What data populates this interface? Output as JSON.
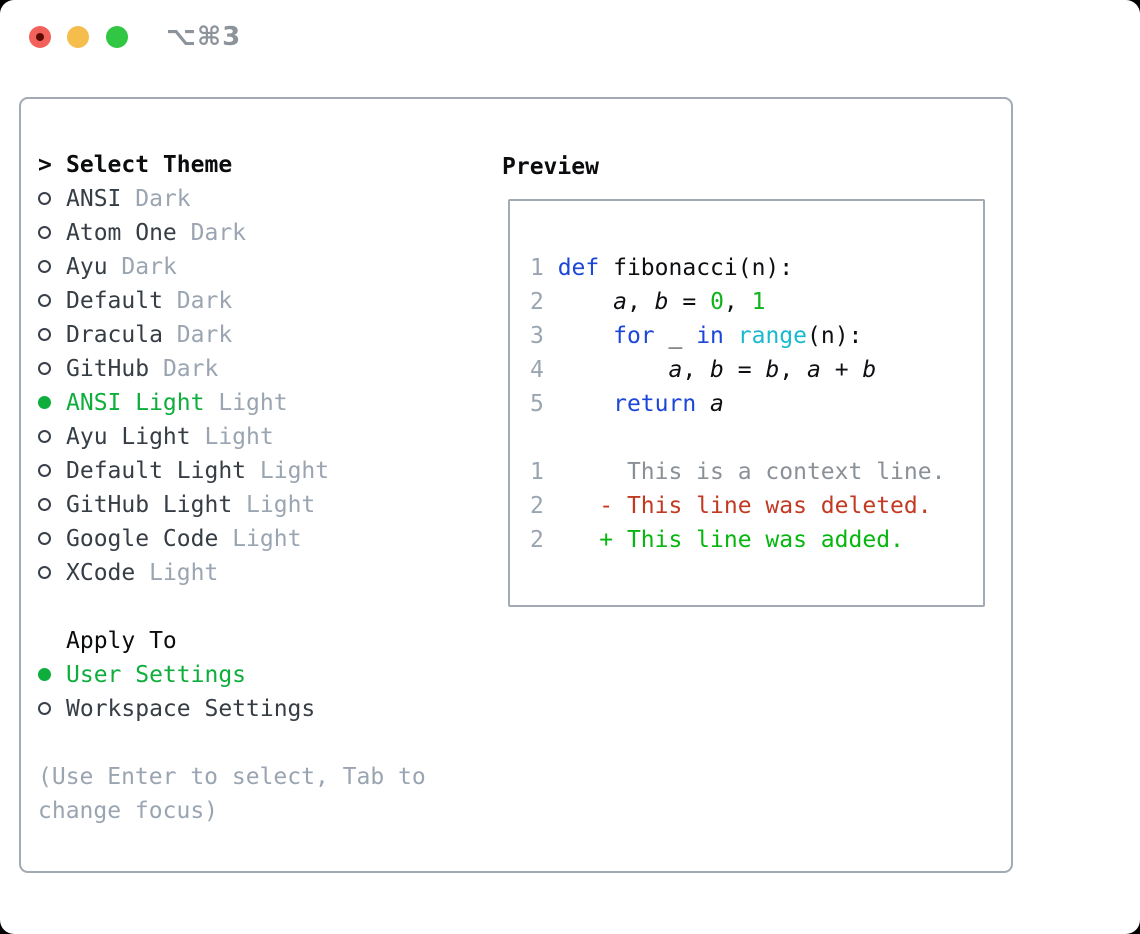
{
  "window": {
    "title": "⌥⌘3"
  },
  "colors": {
    "border": "#a2aab4",
    "text": "#363d45",
    "black": "#0a0c0e",
    "muted": "#9aa5b1",
    "green": "#0eae3d",
    "lineno": "#9aa5b1",
    "kw": "#1b46d8",
    "fn": "#19b9cf",
    "num": "#0fb31c",
    "context": "#8a9097",
    "del": "#c23a22",
    "add": "#07b60f",
    "close": "#f2615a",
    "closeDot": "#5c0b04",
    "minimize": "#f5bd4b",
    "zoom": "#31c644"
  },
  "left": {
    "header": {
      "prefix": ">",
      "label": "Select Theme"
    },
    "themes": [
      {
        "name": "ANSI",
        "variant": "Dark",
        "selected": false
      },
      {
        "name": "Atom One",
        "variant": "Dark",
        "selected": false
      },
      {
        "name": "Ayu",
        "variant": "Dark",
        "selected": false
      },
      {
        "name": "Default",
        "variant": "Dark",
        "selected": false
      },
      {
        "name": "Dracula",
        "variant": "Dark",
        "selected": false
      },
      {
        "name": "GitHub",
        "variant": "Dark",
        "selected": false
      },
      {
        "name": "ANSI Light",
        "variant": "Light",
        "selected": true
      },
      {
        "name": "Ayu Light",
        "variant": "Light",
        "selected": false
      },
      {
        "name": "Default Light",
        "variant": "Light",
        "selected": false
      },
      {
        "name": "GitHub Light",
        "variant": "Light",
        "selected": false
      },
      {
        "name": "Google Code",
        "variant": "Light",
        "selected": false
      },
      {
        "name": "XCode",
        "variant": "Light",
        "selected": false
      }
    ],
    "apply": {
      "label": "Apply To",
      "options": [
        {
          "name": "User Settings",
          "selected": true
        },
        {
          "name": "Workspace Settings",
          "selected": false
        }
      ]
    },
    "hint_lines": [
      "(Use Enter to select, Tab to",
      "change focus)"
    ]
  },
  "preview": {
    "label": "Preview",
    "code_lines": [
      {
        "no": "1",
        "tokens": [
          [
            "def",
            "kw"
          ],
          [
            " ",
            "plain"
          ],
          [
            "fibonacci(n):",
            "plain"
          ]
        ]
      },
      {
        "no": "2",
        "tokens": [
          [
            "    ",
            "plain"
          ],
          [
            "a",
            "var"
          ],
          [
            ", ",
            "plain"
          ],
          [
            "b",
            "var"
          ],
          [
            " = ",
            "plain"
          ],
          [
            "0",
            "num"
          ],
          [
            ", ",
            "plain"
          ],
          [
            "1",
            "num"
          ]
        ]
      },
      {
        "no": "3",
        "tokens": [
          [
            "    ",
            "plain"
          ],
          [
            "for",
            "kw"
          ],
          [
            " _ ",
            "plain"
          ],
          [
            "in",
            "kw"
          ],
          [
            " ",
            "plain"
          ],
          [
            "range",
            "fn"
          ],
          [
            "(n):",
            "plain"
          ]
        ]
      },
      {
        "no": "4",
        "tokens": [
          [
            "        ",
            "plain"
          ],
          [
            "a",
            "var"
          ],
          [
            ", ",
            "plain"
          ],
          [
            "b",
            "var"
          ],
          [
            " = ",
            "plain"
          ],
          [
            "b",
            "var"
          ],
          [
            ", ",
            "plain"
          ],
          [
            "a",
            "var"
          ],
          [
            " + ",
            "plain"
          ],
          [
            "b",
            "var"
          ]
        ]
      },
      {
        "no": "5",
        "tokens": [
          [
            "    ",
            "plain"
          ],
          [
            "return",
            "kw"
          ],
          [
            " ",
            "plain"
          ],
          [
            "a",
            "var"
          ]
        ]
      }
    ],
    "diff_lines": [
      {
        "no": "1",
        "marker": " ",
        "text": "This is a context line.",
        "type": "context"
      },
      {
        "no": "2",
        "marker": "-",
        "text": "This line was deleted.",
        "type": "del"
      },
      {
        "no": "2",
        "marker": "+",
        "text": "This line was added.",
        "type": "add"
      }
    ]
  }
}
